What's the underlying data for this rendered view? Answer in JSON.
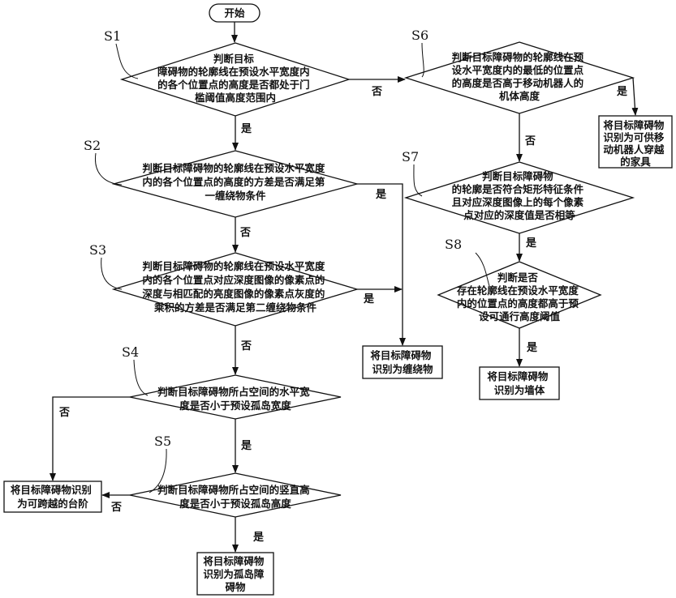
{
  "start": {
    "label": "开始"
  },
  "steps": [
    "S1",
    "S2",
    "S3",
    "S4",
    "S5",
    "S6",
    "S7",
    "S8"
  ],
  "decisions": {
    "s1": [
      "判断目标",
      "障碍物的轮廓线在预设水平宽度内",
      "的各个位置点的高度是否都处于门",
      "槛阈值高度范围内"
    ],
    "s2": [
      "判断目标障碍物的轮廓线在预设水平宽度",
      "内的各个位置点的高度的方差是否满足第",
      "一缠绕物条件"
    ],
    "s3": [
      "判断目标障碍物的轮廓线在预设水平宽度",
      "内的各个位置点对应深度图像的像素点的",
      "深度与相匹配的亮度图像的像素点灰度的",
      "乘积的方差是否满足第二缠绕物条件"
    ],
    "s4": [
      "判断目标障碍物所占空间的水平宽",
      "度是否小于预设孤岛宽度"
    ],
    "s5": [
      "判断目标障碍物所占空间的竖直高",
      "度是否小于预设孤岛高度"
    ],
    "s6": [
      "判断目标障碍物的轮廓线在预",
      "设水平宽度内的最低的位置点",
      "的高度是否高于移动机器人的",
      "机体高度"
    ],
    "s7": [
      "判断目标障碍物",
      "的轮廓是否符合矩形特征条件",
      "且对应深度图像上的每个像素",
      "点对应的深度值是否相等"
    ],
    "s8": [
      "判断是否",
      "存在轮廓线在预设水平宽度",
      "内的位置点的高度都高于预",
      "设可通行高度阈值"
    ]
  },
  "results": {
    "furniture": [
      "将目标障碍物",
      "识别为可供移",
      "动机器人穿越",
      "的家具"
    ],
    "winding": [
      "将目标障碍物",
      "识别为缠绕物"
    ],
    "wall": [
      "将目标障碍物",
      "识别为墙体"
    ],
    "step": [
      "将目标障碍物识别",
      "为可跨越的台阶"
    ],
    "island": [
      "将目标障碍物",
      "识别为孤岛障",
      "碍物"
    ]
  },
  "edge_labels": {
    "yes": "是",
    "no": "否"
  }
}
